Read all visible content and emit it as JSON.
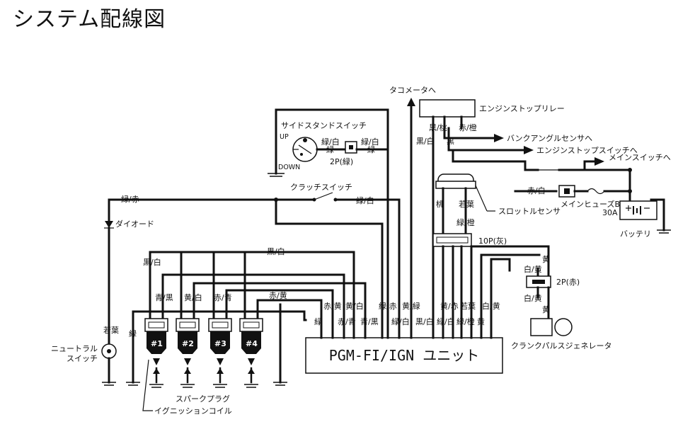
{
  "title": "システム配線図",
  "components": {
    "tacho": "タコメータへ",
    "stop_relay": "エンジンストップリレー",
    "bank_sensor": "バンクアングルセンサへ",
    "stop_switch": "エンジンストップスイッチへ",
    "main_switch": "メインスイッチへ",
    "side_stand": "サイドスタンドスイッチ",
    "up": "UP",
    "down": "DOWN",
    "conn_2p_green": "2P(緑)",
    "clutch_switch": "クラッチスイッチ",
    "diode": "ダイオード",
    "throttle_sensor": "スロットルセンサ",
    "main_fuse": "メインヒューズB",
    "fuse_rating": "30A",
    "battery": "バッテリ",
    "conn_10p": "10P(灰)",
    "conn_2p_red": "2P(赤)",
    "crank_pulse": "クランクパルスジェネレータ",
    "neutral_switch_1": "ニュートラル",
    "neutral_switch_2": "スイッチ",
    "spark_plug": "スパークプラグ",
    "ignition_coil": "イグニッションコイル",
    "ecu": "PGM-FI/IGN ユニット",
    "cyl1": "#1",
    "cyl2": "#2",
    "cyl3": "#3",
    "cyl4": "#4",
    "bat_plus": "+",
    "bat_minus": "−"
  },
  "wires": {
    "green_red": "緑/赤",
    "green_white": "緑/白",
    "green": "緑",
    "black_white": "黒/白",
    "black_pink": "黒/桃",
    "black": "黒",
    "red_orange": "赤/橙",
    "red_white": "赤/白",
    "blue_black": "青/黒",
    "yellow_white": "黄/白",
    "red_blue": "赤/青",
    "red_yellow": "赤/黄",
    "pink": "桃",
    "light_green": "若葉",
    "green_orange": "緑/橙",
    "yellow": "黄",
    "white_yellow": "白/黄",
    "yellow_green": "黄/緑",
    "yellow_red": "黄/赤"
  }
}
